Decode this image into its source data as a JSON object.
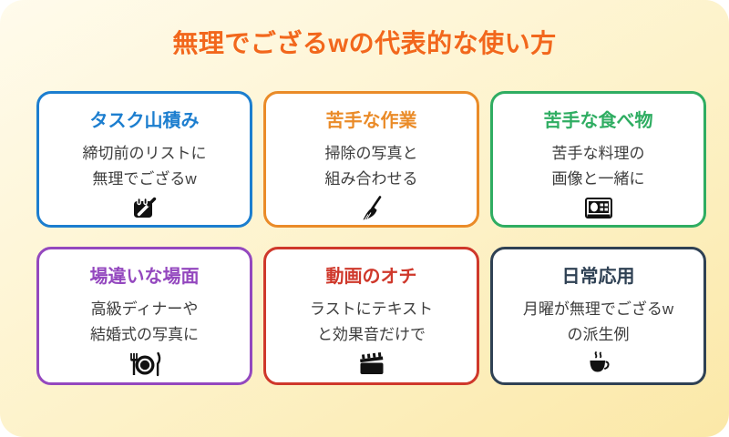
{
  "page": {
    "title": "無理でござるwの代表的な使い方",
    "title_color": "#F2671C",
    "background_from": "#FFFBEC",
    "background_mid": "#FDF2C9",
    "background_to": "#FBE8A7",
    "body_text_color": "#3D3D3D",
    "card_background": "#FFFFFF"
  },
  "cards": [
    {
      "title": "タスク山積み",
      "lines": [
        "締切前のリストに",
        "無理でござるw"
      ],
      "icon": "memo-pencil-icon",
      "accent": "#1C7ECF"
    },
    {
      "title": "苦手な作業",
      "lines": [
        "掃除の写真と",
        "組み合わせる"
      ],
      "icon": "broom-icon",
      "accent": "#EA8B28"
    },
    {
      "title": "苦手な食べ物",
      "lines": [
        "苦手な料理の",
        "画像と一緒に"
      ],
      "icon": "bento-box-icon",
      "accent": "#2FAD62"
    },
    {
      "title": "場違いな場面",
      "lines": [
        "高級ディナーや",
        "結婚式の写真に"
      ],
      "icon": "fork-knife-plate-icon",
      "accent": "#9448BF"
    },
    {
      "title": "動画のオチ",
      "lines": [
        "ラストにテキスト",
        "と効果音だけで"
      ],
      "icon": "clapperboard-icon",
      "accent": "#CF382B"
    },
    {
      "title": "日常応用",
      "lines": [
        "月曜が無理でござるw",
        "の派生例"
      ],
      "icon": "coffee-cup-icon",
      "accent": "#2F4154"
    }
  ]
}
